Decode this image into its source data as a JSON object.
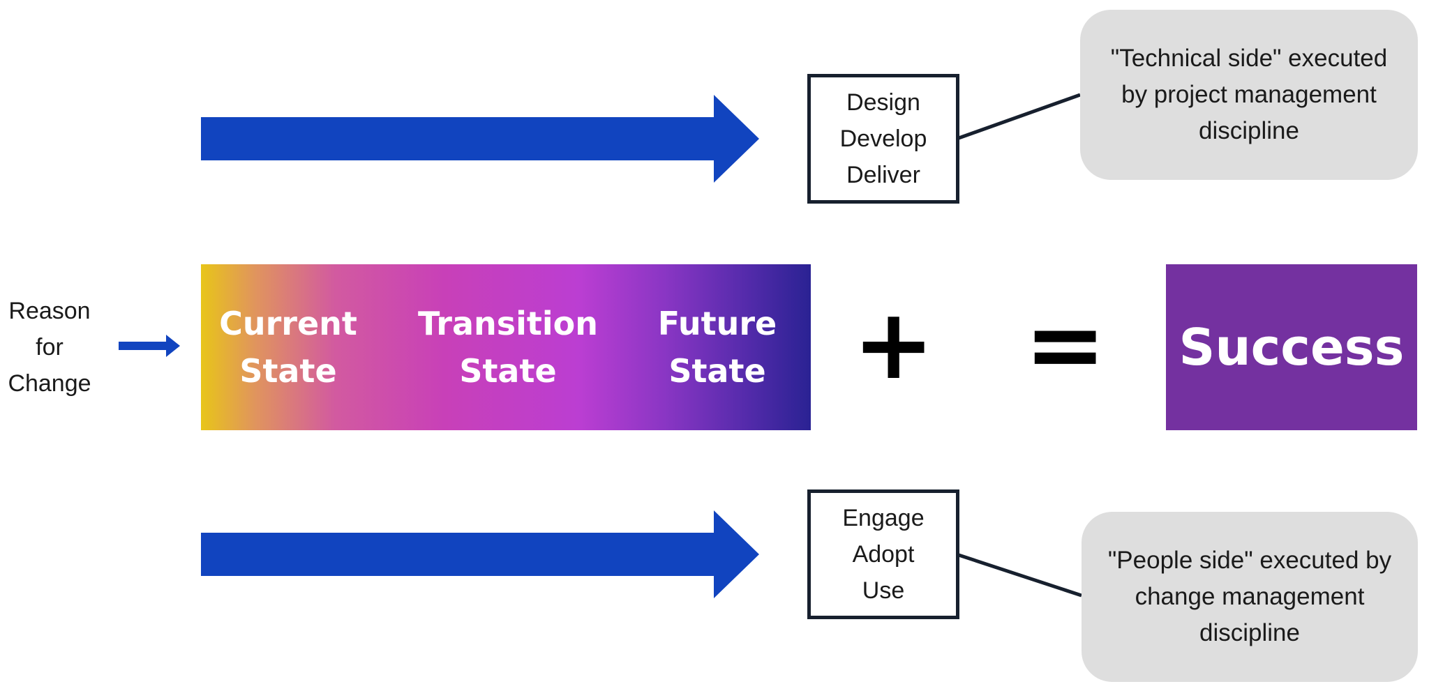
{
  "colors": {
    "arrow_blue": "#1144bf",
    "outline": "#17202e",
    "callout_bg": "#dedede",
    "success_bg": "#7431a0",
    "gradient": [
      "#e8c519",
      "#d25aa0",
      "#bb3ed2",
      "#2a2293"
    ]
  },
  "top_row": {
    "box_lines": [
      "Design",
      "Develop",
      "Deliver"
    ],
    "callout_lines": [
      "\"Technical side\" executed",
      "by project management",
      "discipline"
    ]
  },
  "middle_row": {
    "reason_lines": [
      "Reason",
      "for",
      "Change"
    ],
    "stages": [
      {
        "lines": [
          "Current",
          "State"
        ]
      },
      {
        "lines": [
          "Transition",
          "State"
        ]
      },
      {
        "lines": [
          "Future",
          "State"
        ]
      }
    ],
    "plus_symbol": "+",
    "equals_symbol": "=",
    "result": "Success"
  },
  "bottom_row": {
    "box_lines": [
      "Engage",
      "Adopt",
      "Use"
    ],
    "callout_lines": [
      "\"People side\" executed by",
      "change management",
      "discipline"
    ]
  }
}
